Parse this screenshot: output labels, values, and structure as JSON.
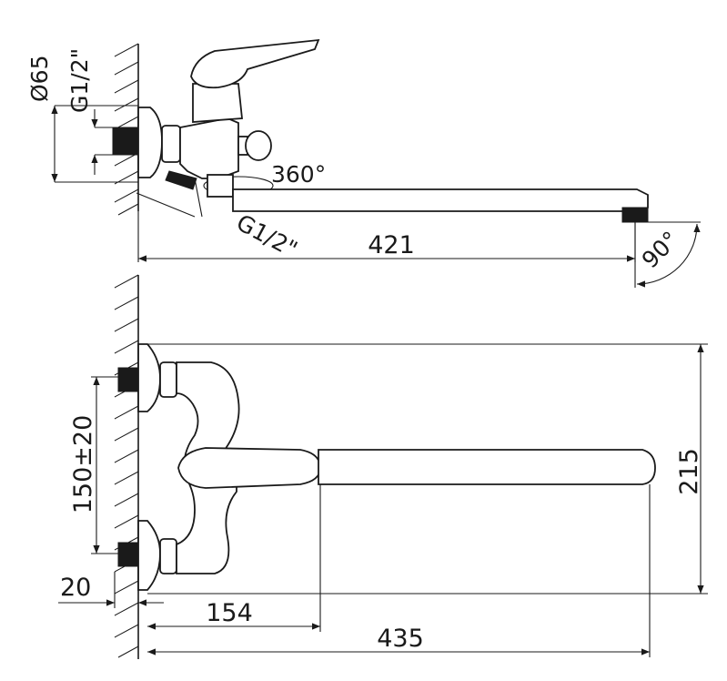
{
  "top_view": {
    "diameter": "Ø65",
    "thread_top": "G1/2\"",
    "rotation": "360°",
    "thread_inlet": "G1/2\"",
    "spout_length": "421",
    "outlet_angle": "90°"
  },
  "front_view": {
    "center_distance": "150±20",
    "wall_offset": "20",
    "height": "215",
    "handle_distance": "154",
    "total_length": "435"
  }
}
